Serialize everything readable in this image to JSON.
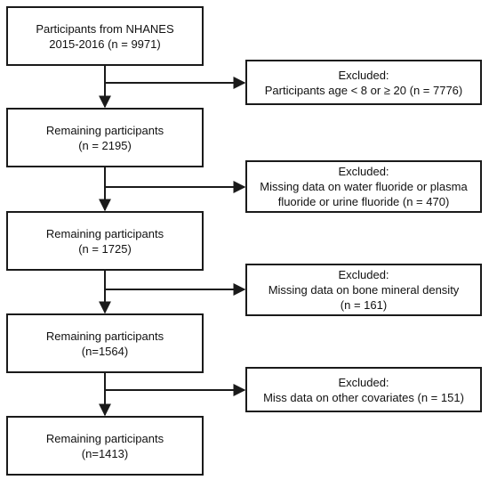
{
  "flow": {
    "steps": [
      {
        "line1": "Participants from NHANES",
        "line2": "2015-2016 (n = 9971)"
      },
      {
        "line1": "Remaining participants",
        "line2": "(n = 2195)"
      },
      {
        "line1": "Remaining participants",
        "line2": "(n = 1725)"
      },
      {
        "line1": "Remaining participants",
        "line2": "(n=1564)"
      },
      {
        "line1": "Remaining participants",
        "line2": "(n=1413)"
      }
    ],
    "exclusions": [
      {
        "header": "Excluded:",
        "line1": "Participants age < 8 or ≥ 20 (n = 7776)",
        "line2": ""
      },
      {
        "header": "Excluded:",
        "line1": "Missing data on water fluoride or plasma",
        "line2": "fluoride or urine fluoride (n = 470)"
      },
      {
        "header": "Excluded:",
        "line1": "Missing data on bone mineral density",
        "line2": "(n = 161)"
      },
      {
        "header": "Excluded:",
        "line1": "Miss data on other covariates (n = 151)",
        "line2": ""
      }
    ]
  },
  "colors": {
    "stroke": "#1a1a1a",
    "background": "#ffffff"
  }
}
